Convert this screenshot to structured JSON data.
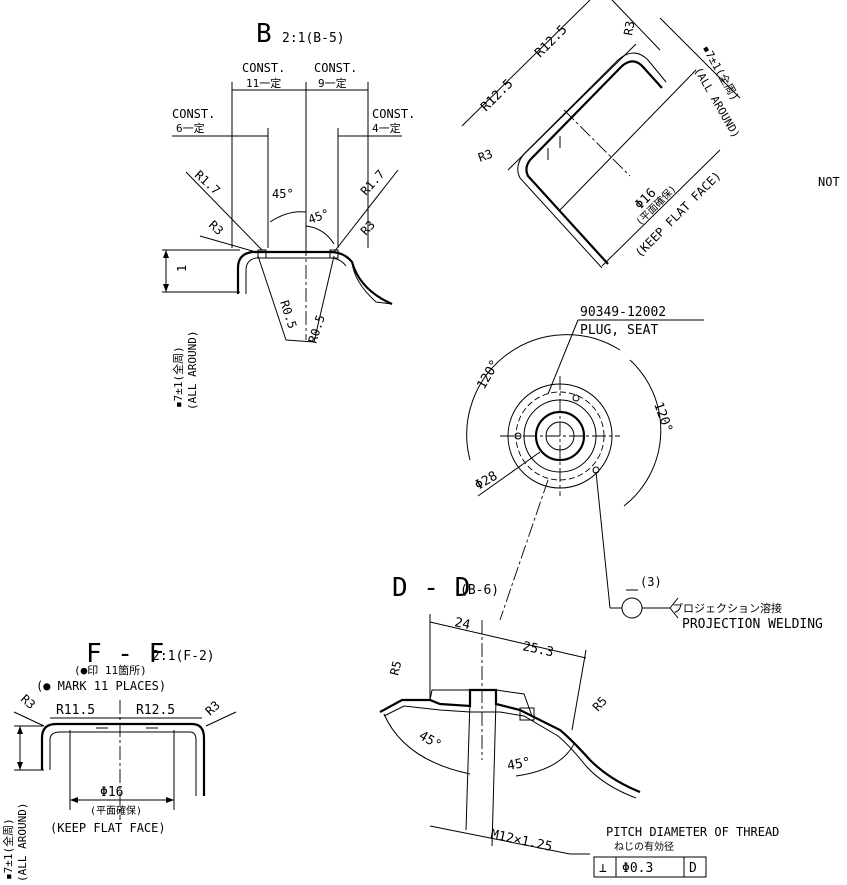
{
  "view_b": {
    "letter": "B",
    "scale": "2:1(B-5)",
    "const_left_top": "CONST.",
    "const_left_top_val": "11一定",
    "const_right_top": "CONST.",
    "const_right_top_val": "9一定",
    "const_left": "CONST.",
    "const_left_val": "6一定",
    "const_right": "CONST.",
    "const_right_val": "4一定",
    "r17_left": "R1.7",
    "r17_right": "R1.7",
    "angle_left": "45°",
    "angle_right": "45°",
    "r3_left": "R3",
    "r3_right": "R3",
    "dim_one": "1",
    "r05_left": "R0.5",
    "r05_right": "R0.5",
    "thk": "▪7±1(全周)",
    "thk_en": "(ALL AROUND)"
  },
  "view_top_right": {
    "r125_a": "R12.5",
    "r125_b": "R12.5",
    "r3_top": "R3",
    "r3_left": "R3",
    "thk": "▪7±1(全周)",
    "thk_en": "(ALL AROUND)",
    "dia": "Φ16",
    "keep_jp": "(平面確保)",
    "keep_en": "(KEEP FLAT FACE)",
    "note": "NOT"
  },
  "plug": {
    "part_no": "90349-12002",
    "part_name": "PLUG, SEAT",
    "angle_a": "120°",
    "angle_b": "120°",
    "dia": "Φ28"
  },
  "welding": {
    "count": "(3)",
    "jp": "プロジェクション溶接",
    "en": "PROJECTION WELDING"
  },
  "view_d": {
    "label": "D - D",
    "ref": "(B-6)",
    "dim_24": "24",
    "dim_253": "25.3",
    "r5_left": "R5",
    "r5_right": "R5",
    "angle_left": "45°",
    "angle_right": "45°",
    "thread": "M12×1.25",
    "pitch_en": "PITCH DIAMETER OF THREAD",
    "pitch_jp": "ねじの有効径",
    "fcf_symbol": "⊥",
    "fcf_tol": "Φ0.3",
    "fcf_datum": "D"
  },
  "view_f": {
    "label": "F - F",
    "scale": "2:1(F-2)",
    "mark_jp": "(●印 11箇所)",
    "mark_en": "(● MARK 11 PLACES)",
    "r115": "R11.5",
    "r125": "R12.5",
    "r3_left": "R3",
    "r3_right": "R3",
    "dia": "Φ16",
    "keep_jp": "(平面確保)",
    "keep_en": "(KEEP FLAT FACE)",
    "thk": "▪7±1(全周)",
    "thk_en": "(ALL AROUND)"
  }
}
